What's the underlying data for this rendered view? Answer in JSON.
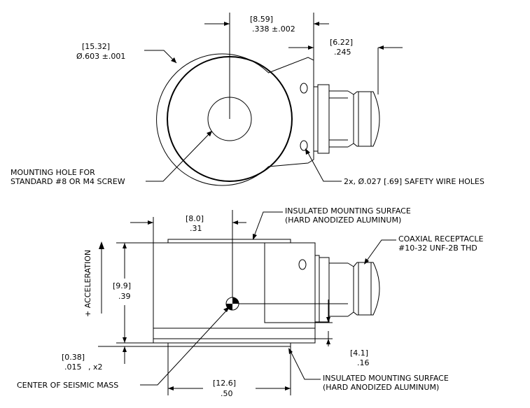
{
  "top_view": {
    "dia_mm": "[15.32]",
    "dia_in": "Ø.603 ±.001",
    "offset_mm": "[8.59]",
    "offset_in": ".338 ±.002",
    "conn_mm": "[6.22]",
    "conn_in": ".245",
    "mount_hole_line1": "MOUNTING HOLE FOR",
    "mount_hole_line2": "STANDARD #8 OR M4 SCREW",
    "safety_holes": "2x, Ø.027 [.69] SAFETY WIRE HOLES"
  },
  "side_view": {
    "accel_label": "+ ACCELERATION",
    "top_width_mm": "[8.0]",
    "top_width_in": ".31",
    "height_mm": "[9.9]",
    "height_in": ".39",
    "base_mm": "[0.38]",
    "base_in": ".015",
    "base_mult": ", x2",
    "conn_h_mm": "[4.1]",
    "conn_h_in": ".16",
    "width_mm": "[12.6]",
    "width_in": ".50",
    "surface_top_line1": "INSULATED MOUNTING SURFACE",
    "surface_top_line2": "(HARD ANODIZED ALUMINUM)",
    "surface_bot_line1": "INSULATED MOUNTING SURFACE",
    "surface_bot_line2": "(HARD ANODIZED ALUMINUM)",
    "coax_line1": "COAXIAL RECEPTACLE",
    "coax_line2": "#10-32 UNF-2B THD",
    "seismic_mass": "CENTER OF SEISMIC MASS"
  }
}
